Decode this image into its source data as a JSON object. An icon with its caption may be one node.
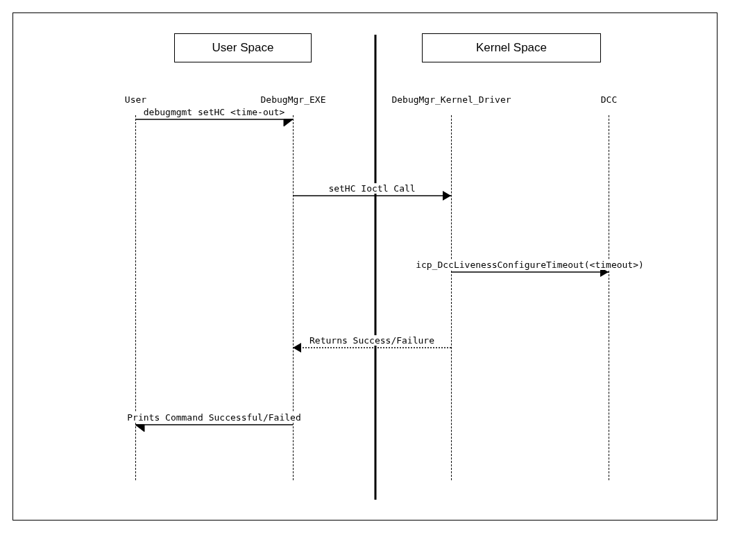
{
  "diagram": {
    "nodes": [
      {
        "text": [
          "User Space"
        ]
      },
      {
        "text": [
          "Kernel Space"
        ]
      },
      {
        "text": [
          "User"
        ]
      },
      {
        "text": [
          "DebugMgr_EXE"
        ]
      },
      {
        "text": [
          "DebugMgr_Kernel_Driver"
        ]
      },
      {
        "text": [
          "DCC"
        ]
      }
    ],
    "edges": [
      {
        "from": 2,
        "to": 3,
        "arrow": "to",
        "label": "debugmgmt setHC <time-out>"
      },
      {
        "from": 3,
        "to": 4,
        "arrow": "to",
        "label": "setHC Ioctl Call"
      },
      {
        "from": 4,
        "to": 5,
        "arrow": "to",
        "label": "icp_DccLivenessConfigureTimeout(<timeout>)"
      },
      {
        "from": 4,
        "to": 3,
        "arrow": "to",
        "label": "Returns Success/Failure",
        "style": "dashed"
      },
      {
        "from": 3,
        "to": 2,
        "arrow": "to",
        "label": "Prints Command Successful/Failed"
      }
    ]
  }
}
